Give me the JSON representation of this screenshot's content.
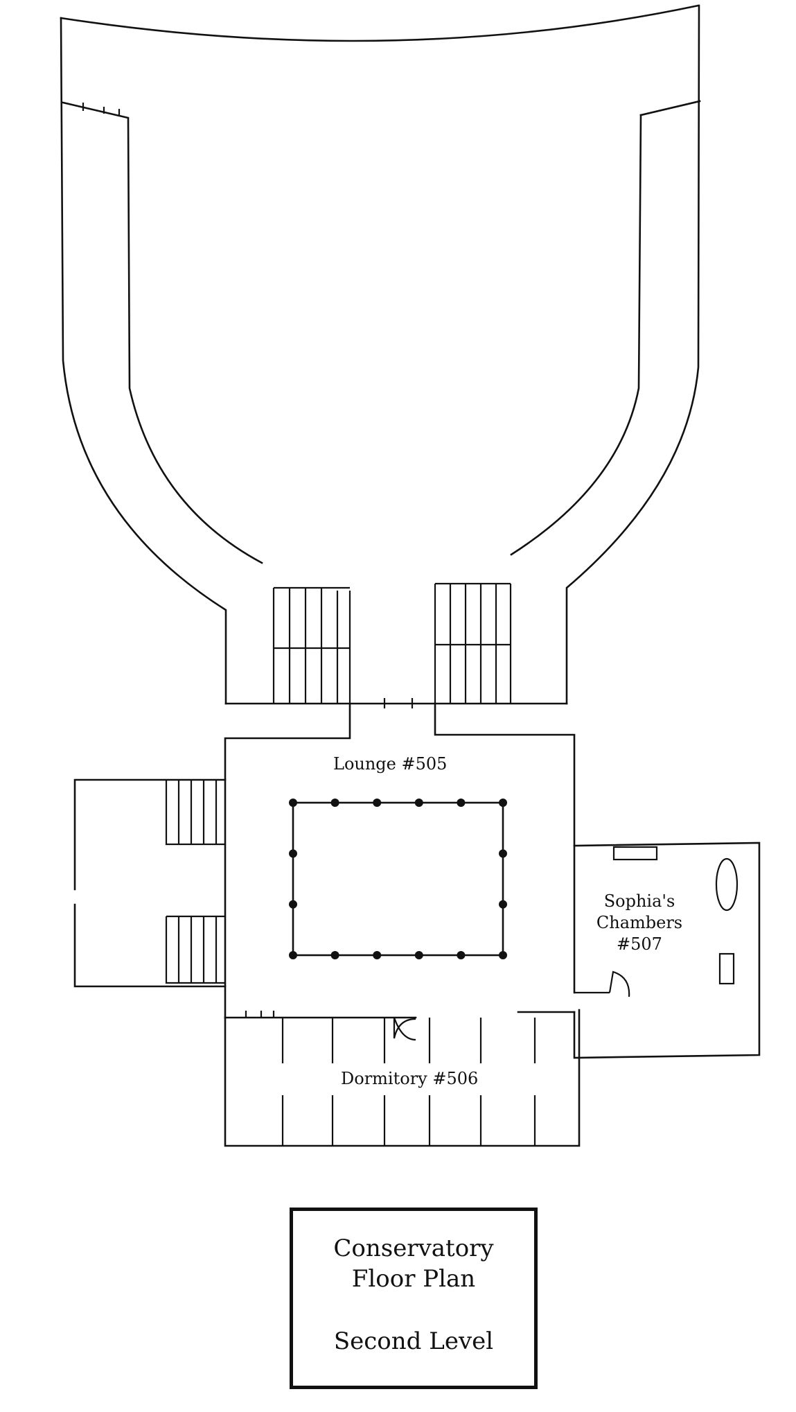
{
  "rooms": {
    "lounge": "Lounge #505",
    "dormitory": "Dormitory #506",
    "chambers_line1": "Sophia's",
    "chambers_line2": "Chambers",
    "chambers_line3": "#507"
  },
  "legend": {
    "title_line1": "Conservatory",
    "title_line2": "Floor Plan",
    "level": "Second Level"
  }
}
